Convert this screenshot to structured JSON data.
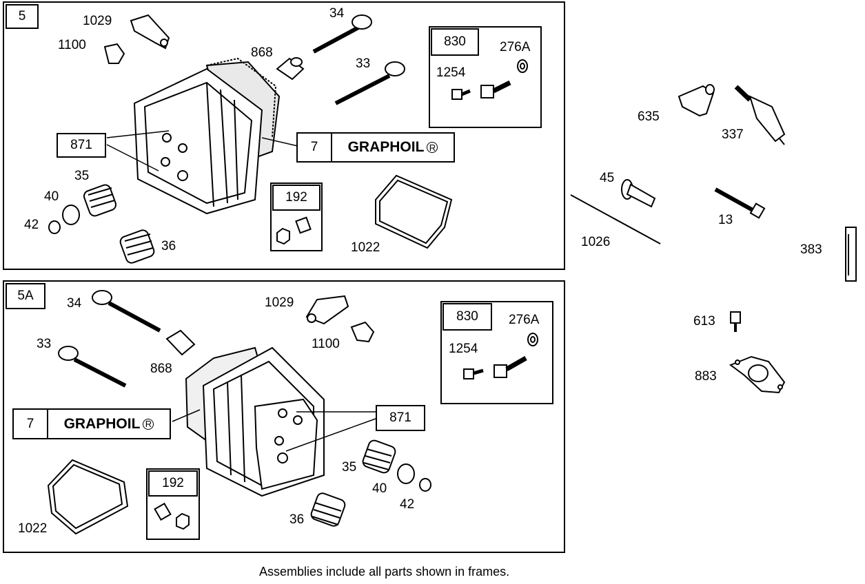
{
  "frames": {
    "top": {
      "id": "5"
    },
    "bottom": {
      "id": "5A"
    }
  },
  "top": {
    "labels": {
      "p1029": "1029",
      "p1100": "1100",
      "p34": "34",
      "p868": "868",
      "p33": "33",
      "p35": "35",
      "p40": "40",
      "p42": "42",
      "p36": "36",
      "p1022": "1022"
    },
    "kit830": {
      "id": "830",
      "p276a": "276A",
      "p1254": "1254"
    },
    "kit871": "871",
    "kit192": "192",
    "graphoil": {
      "num": "7",
      "text": "GRAPHOIL",
      "mark": "R"
    }
  },
  "bottom": {
    "labels": {
      "p34": "34",
      "p1029": "1029",
      "p33": "33",
      "p1100": "1100",
      "p868": "868",
      "p35": "35",
      "p40": "40",
      "p42": "42",
      "p36": "36",
      "p1022": "1022"
    },
    "kit830": {
      "id": "830",
      "p276a": "276A",
      "p1254": "1254"
    },
    "kit871": "871",
    "kit192": "192",
    "graphoil": {
      "num": "7",
      "text": "GRAPHOIL",
      "mark": "R"
    }
  },
  "loose": {
    "p635": "635",
    "p337": "337",
    "p45": "45",
    "p13": "13",
    "p1026": "1026",
    "p383": "383",
    "p613": "613",
    "p883": "883"
  },
  "footer": "Assemblies include all parts shown in frames.",
  "icons": [
    "cylinder-head",
    "valve",
    "spring",
    "gasket",
    "bolt",
    "nut",
    "spark-plug",
    "tube"
  ]
}
